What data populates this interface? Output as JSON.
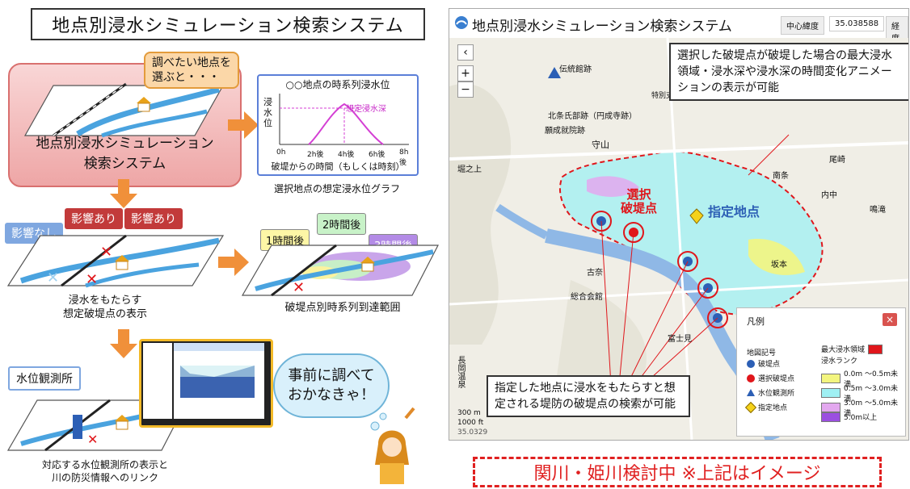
{
  "title": "地点別浸水シミュレーション検索システム",
  "callout_select": "調べたい地点を\n選ぶと・・・",
  "system_label_1": "地点別浸水シミュレーション",
  "system_label_2": "検索システム",
  "graph": {
    "title": "○○地点の時系列浸水位",
    "ylabel": "浸水位",
    "series_label": "想定浸水深",
    "ticks": [
      "0h",
      "2h後",
      "4h後",
      "6h後",
      "8h後"
    ],
    "xlabel": "破堤からの時間（もしくは時刻）",
    "caption": "選択地点の想定浸水位グラフ"
  },
  "impact": {
    "none": "影響なし",
    "yes_1": "影響あり",
    "yes_2": "影響あり",
    "caption_1": "浸水をもたらす",
    "caption_2": "想定破堤点の表示"
  },
  "timeline": {
    "t1": "1時間後",
    "t2": "2時間後",
    "t3": "3時間後",
    "caption": "破堤点別時系列到達範囲"
  },
  "gauge": {
    "label": "水位観測所",
    "caption_1": "対応する水位観測所の表示と",
    "caption_2": "川の防災情報へのリンク"
  },
  "bubble": "事前に調べて\nおかなきゃ！",
  "map": {
    "app_title": "地点別浸水シミュレーション検索システム",
    "center_lat_label": "中心緯度",
    "center_lat_value": "35.038588",
    "lon_label": "経度",
    "places": [
      "伝統館跡",
      "北条氏部跡（円成寺跡）",
      "願成就院跡",
      "守山",
      "特別支援学校",
      "堀之上",
      "尾崎",
      "南条",
      "内中",
      "鳴滝",
      "古奈",
      "総合会館",
      "富士見",
      "坂本",
      "長岡温泉"
    ],
    "note_top": "選択した破堤点が破堤した場合の最大浸水領域・浸水深や浸水深の時間変化アニメーションの表示が可能",
    "note_bottom": "指定した地点に浸水をもたらすと想定される堤防の破堤点の検索が可能",
    "selected_breach": "選択\n破堤点",
    "designated_point": "指定地点",
    "scale_1": "300 m",
    "scale_2": "1000 ft",
    "coord": "35.0329",
    "legend": {
      "title": "凡例",
      "close": "×",
      "symbols_header": "地図記号",
      "symbols": [
        "破堤点",
        "選択破堤点",
        "水位観測所",
        "指定地点"
      ],
      "max_area": "最大浸水領域",
      "rank_header": "浸水ランク",
      "ranks": [
        "0.0m ～0.5m未満",
        "0.5m ～3.0m未満",
        "3.0m ～5.0m未満",
        "5.0m以上"
      ],
      "rank_colors": [
        "#f3f57f",
        "#9ff0f3",
        "#e3a8ef",
        "#9b4fe0"
      ]
    }
  },
  "bottom_note": "関川・姫川検討中 ※上記はイメージ"
}
